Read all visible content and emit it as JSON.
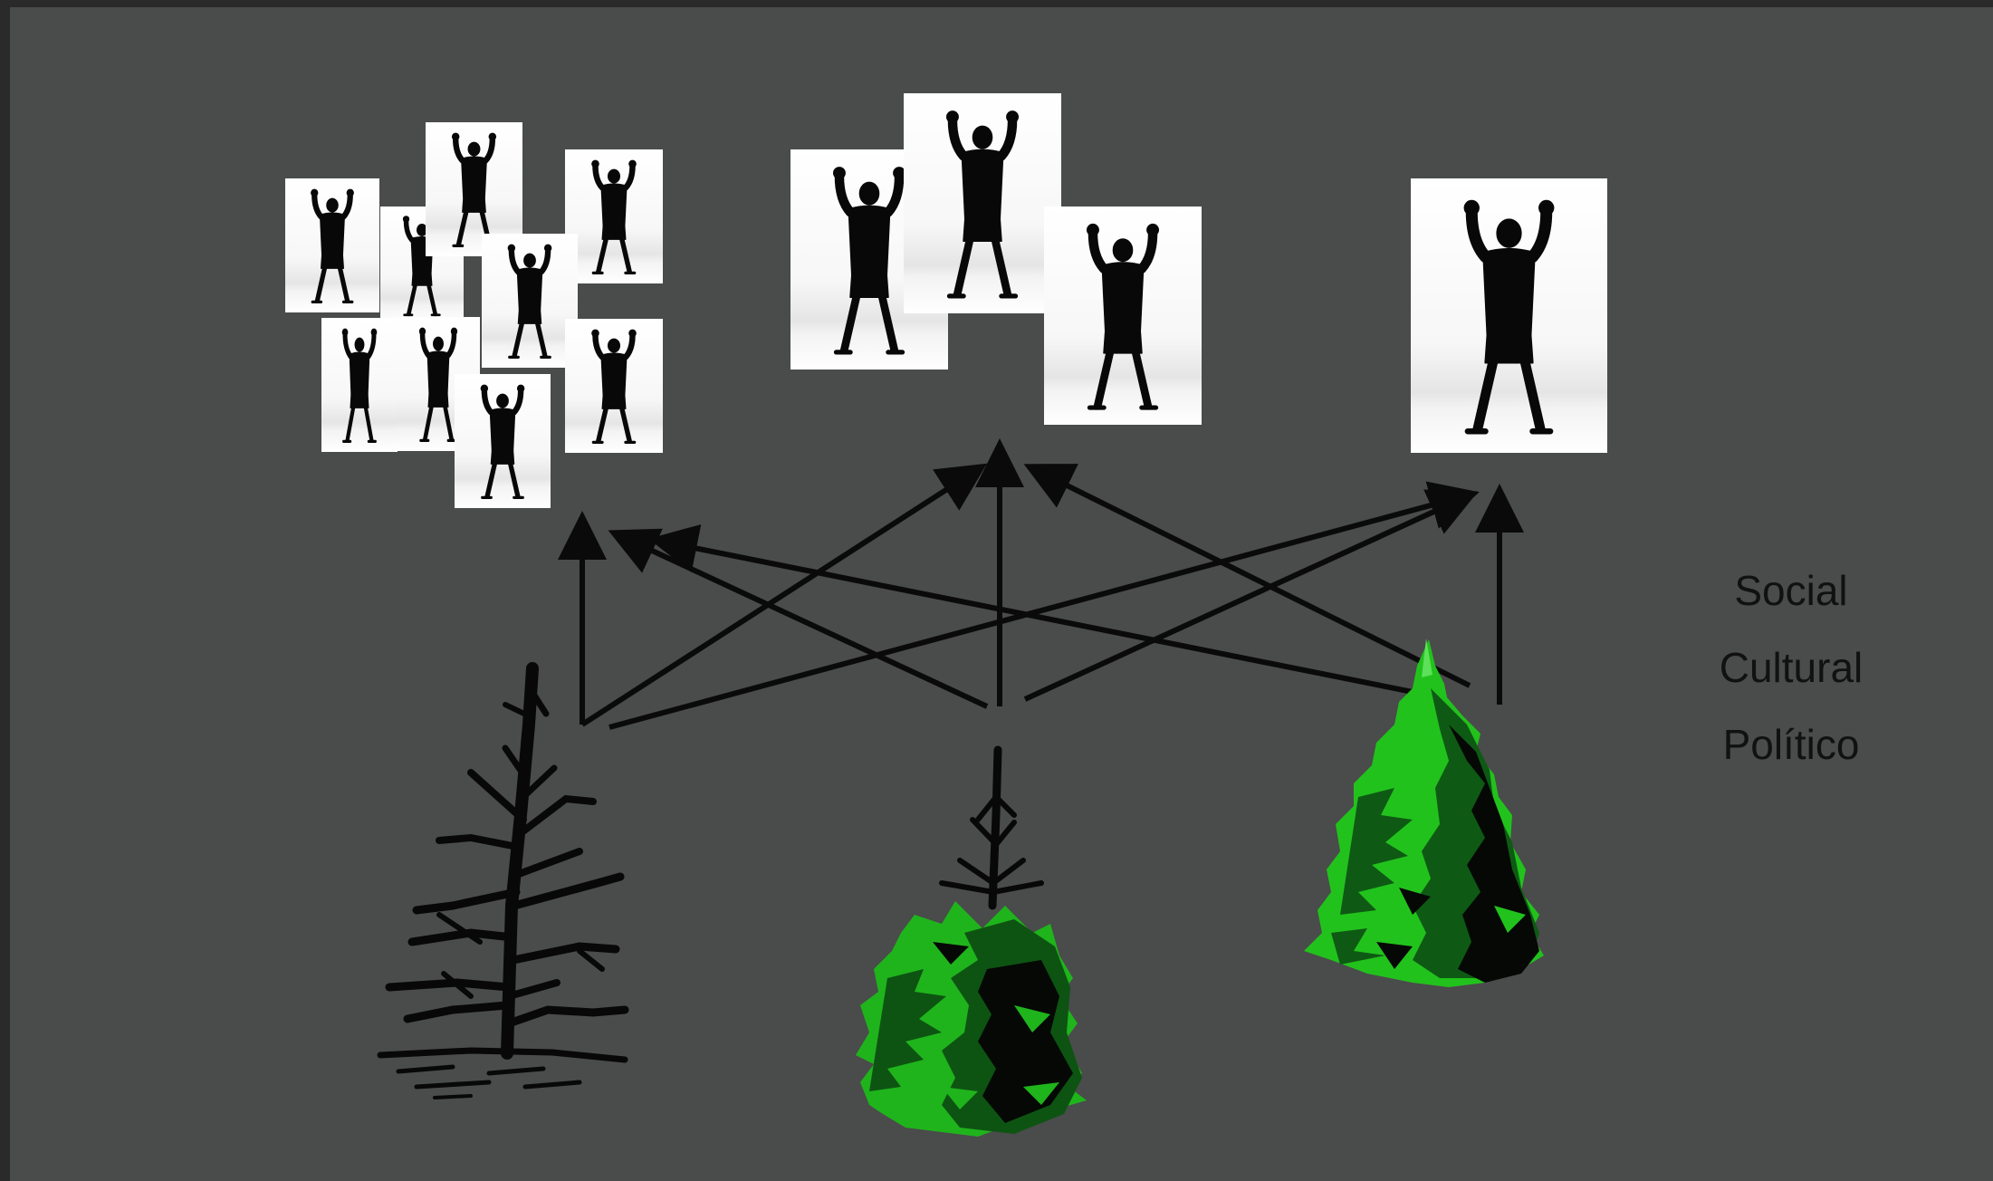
{
  "dimensions": [
    "Social",
    "Cultural",
    "Político"
  ],
  "icons": {
    "person": "person-arms-raised-icon",
    "bare_tree": "bare-tree-icon",
    "young_pine": "young-pine-icon",
    "full_pine": "full-pine-icon",
    "arrow": "arrow-icon"
  },
  "colors": {
    "background": "#4a4b4b",
    "arrow": "#0a0a0a",
    "pine_light": "#22c21d",
    "pine_dark": "#0e5a14"
  }
}
